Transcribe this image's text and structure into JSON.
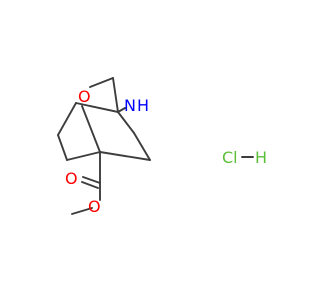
{
  "molecule": {
    "atoms": {
      "oxygen_ring": {
        "text": "O",
        "color": "#ff0000"
      },
      "nitrogen": {
        "text": "N",
        "color": "#0000ff"
      },
      "amine_h": {
        "text": "H",
        "color": "#0000ff"
      },
      "oxygen_carbonyl": {
        "text": "O",
        "color": "#ff0000"
      },
      "oxygen_ester": {
        "text": "O",
        "color": "#ff0000"
      }
    },
    "salt": {
      "text": "HCl",
      "chlorine": "Cl",
      "hydrogen": "H",
      "color": "#5bbf3a"
    },
    "bond_color": "#3d3d3d"
  }
}
